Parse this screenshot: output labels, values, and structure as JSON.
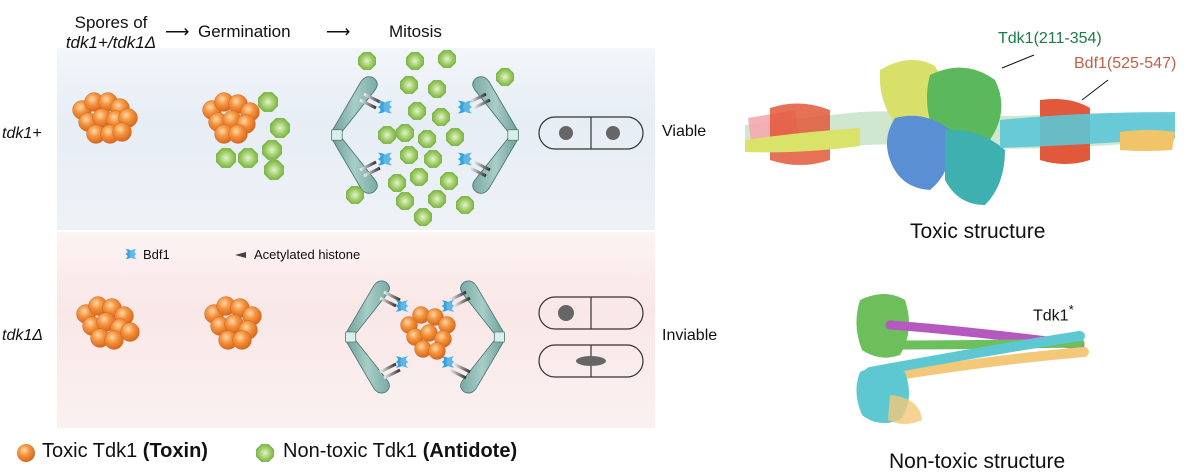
{
  "header": {
    "step1_line1": "Spores of",
    "step1_line2": "tdk1+/tdk1Δ",
    "arrow1": "⟶",
    "step2": "Germination",
    "arrow2": "⟶",
    "step3": "Mitosis"
  },
  "rows": [
    {
      "genotype": "tdk1+",
      "outcome": "Viable"
    },
    {
      "genotype": "tdk1Δ",
      "outcome": "Inviable"
    }
  ],
  "inner_legend": {
    "bdf1": "Bdf1",
    "histone": "Acetylated histone"
  },
  "legend": {
    "toxin_prefix": "Toxic Tdk1 ",
    "toxin_bold": "(Toxin)",
    "antidote_prefix": "Non-toxic Tdk1 ",
    "antidote_bold": "(Antidote)"
  },
  "structures": {
    "toxic": {
      "caption": "Toxic structure",
      "label_tdk1": "Tdk1(211-354)",
      "label_bdf1": "Bdf1(525-547)"
    },
    "nontoxic": {
      "caption": "Non-toxic structure",
      "label": "Tdk1",
      "label_sup": "*"
    }
  },
  "colors": {
    "toxin": "#f08a3a",
    "antidote": "#8cc152",
    "bdf1": "#3aa3dc",
    "spindle": "#8fbcb6",
    "tdk1_label": "#1e7a4a",
    "bdf1_label": "#c0604a"
  }
}
